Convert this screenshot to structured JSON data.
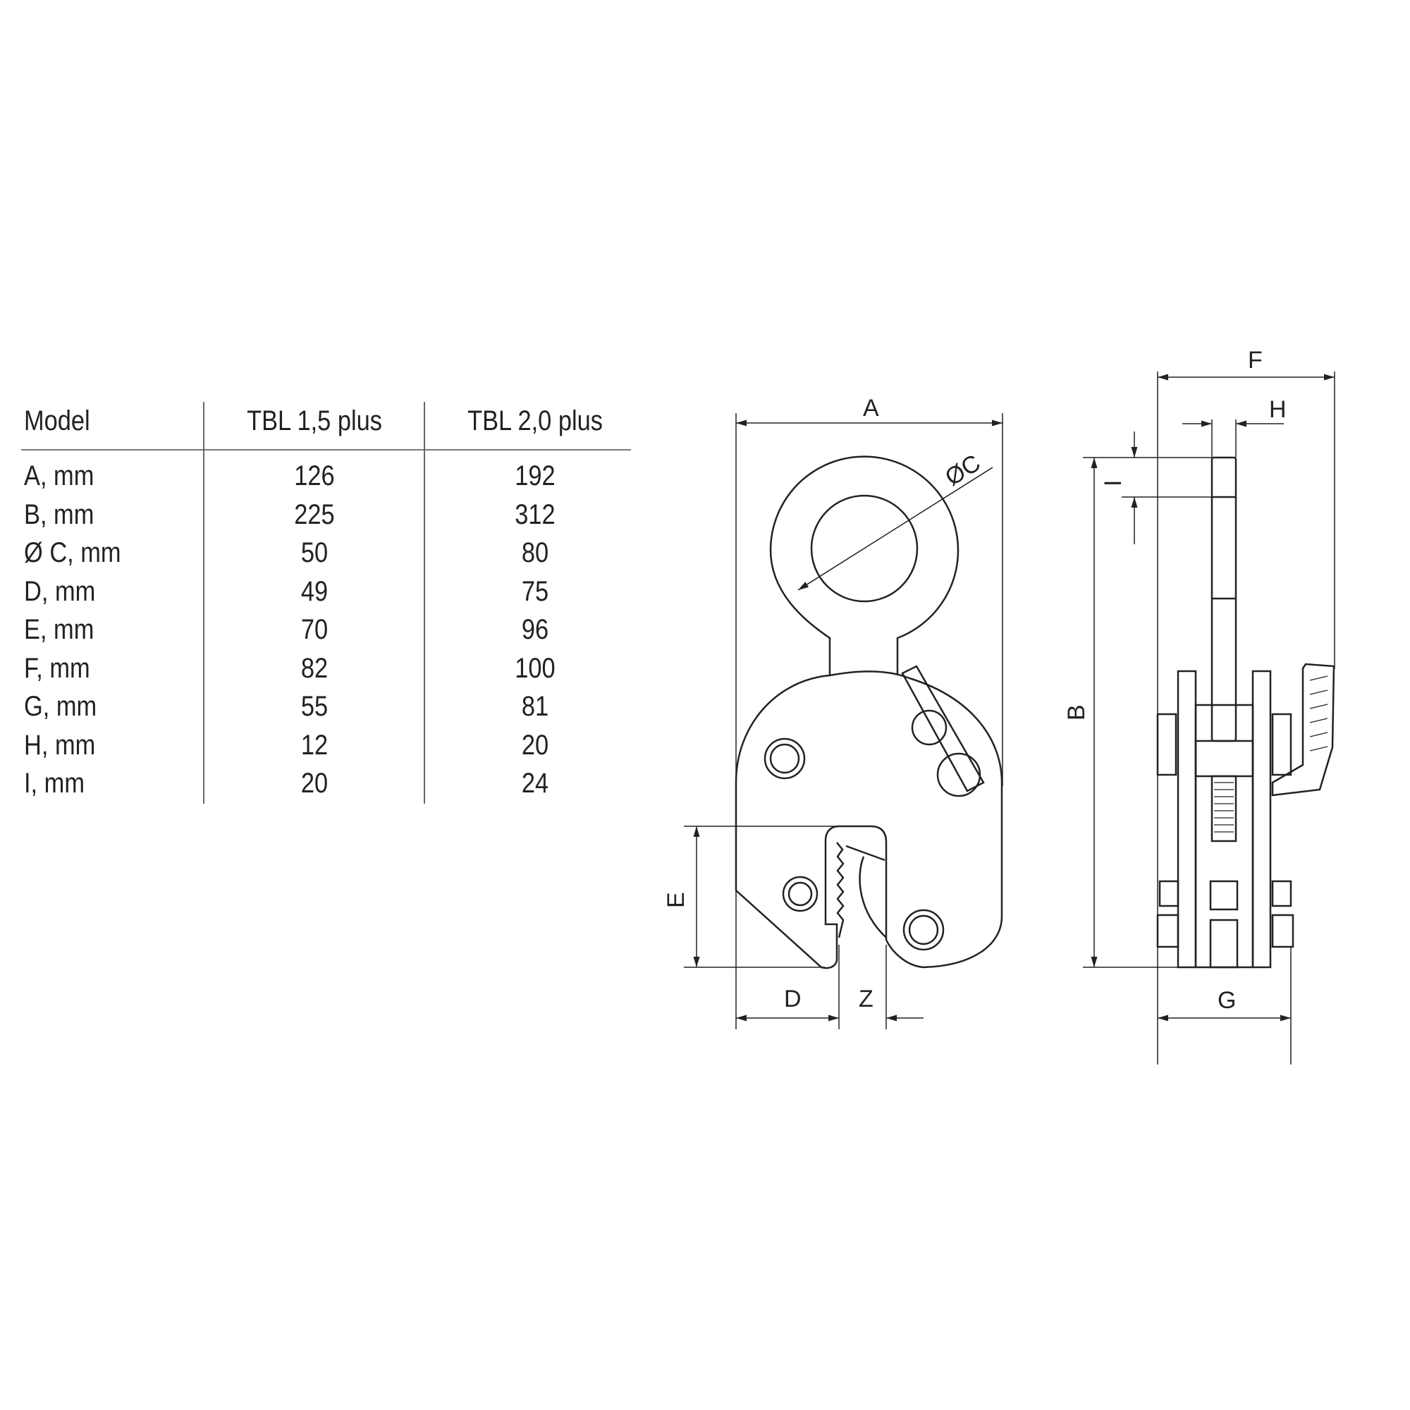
{
  "table": {
    "headers": [
      "Model",
      "TBL 1,5 plus",
      "TBL 2,0 plus"
    ],
    "rows": [
      [
        "A, mm",
        "126",
        "192"
      ],
      [
        "B, mm",
        "225",
        "312"
      ],
      [
        "Ø C, mm",
        "50",
        "80"
      ],
      [
        "D, mm",
        "49",
        "75"
      ],
      [
        "E, mm",
        "70",
        "96"
      ],
      [
        "F, mm",
        "82",
        "100"
      ],
      [
        "G, mm",
        "55",
        "81"
      ],
      [
        "H, mm",
        "12",
        "20"
      ],
      [
        "I, mm",
        "20",
        "24"
      ]
    ]
  },
  "drawing": {
    "labels": {
      "A": "A",
      "B": "B",
      "C": "ØC",
      "D": "D",
      "E": "E",
      "F": "F",
      "G": "G",
      "H": "H",
      "I": "I",
      "Z": "Z"
    }
  }
}
